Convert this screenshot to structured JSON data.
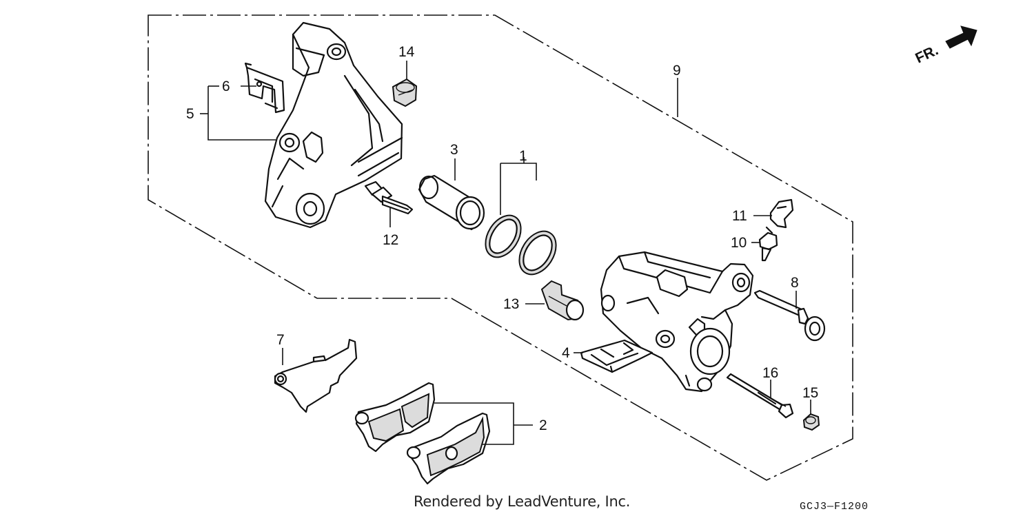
{
  "diagram": {
    "part_numbers": [
      "1",
      "2",
      "3",
      "4",
      "5",
      "6",
      "7",
      "8",
      "9",
      "10",
      "11",
      "12",
      "13",
      "14",
      "15",
      "16"
    ],
    "direction_label": "FR.",
    "credit": "Rendered by LeadVenture, Inc.",
    "drawing_code": "GCJ3—F1200"
  }
}
